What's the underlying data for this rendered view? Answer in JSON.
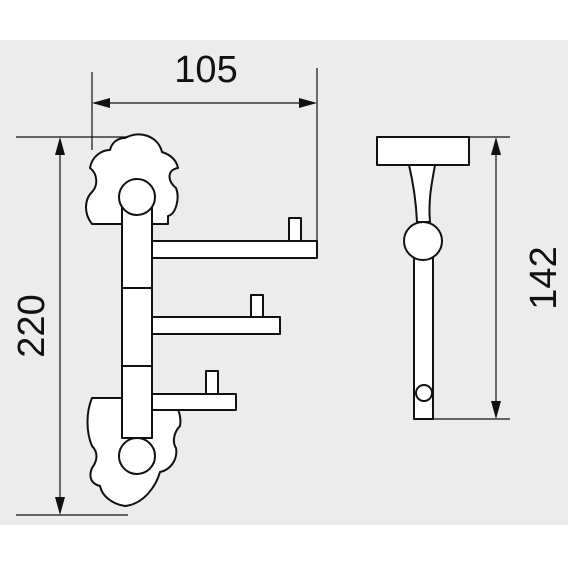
{
  "dimensions": {
    "width_label": "105",
    "height_label": "220",
    "side_height_label": "142"
  },
  "colors": {
    "background": "#ffffff",
    "panel": "#ececec",
    "line": "#111111"
  }
}
